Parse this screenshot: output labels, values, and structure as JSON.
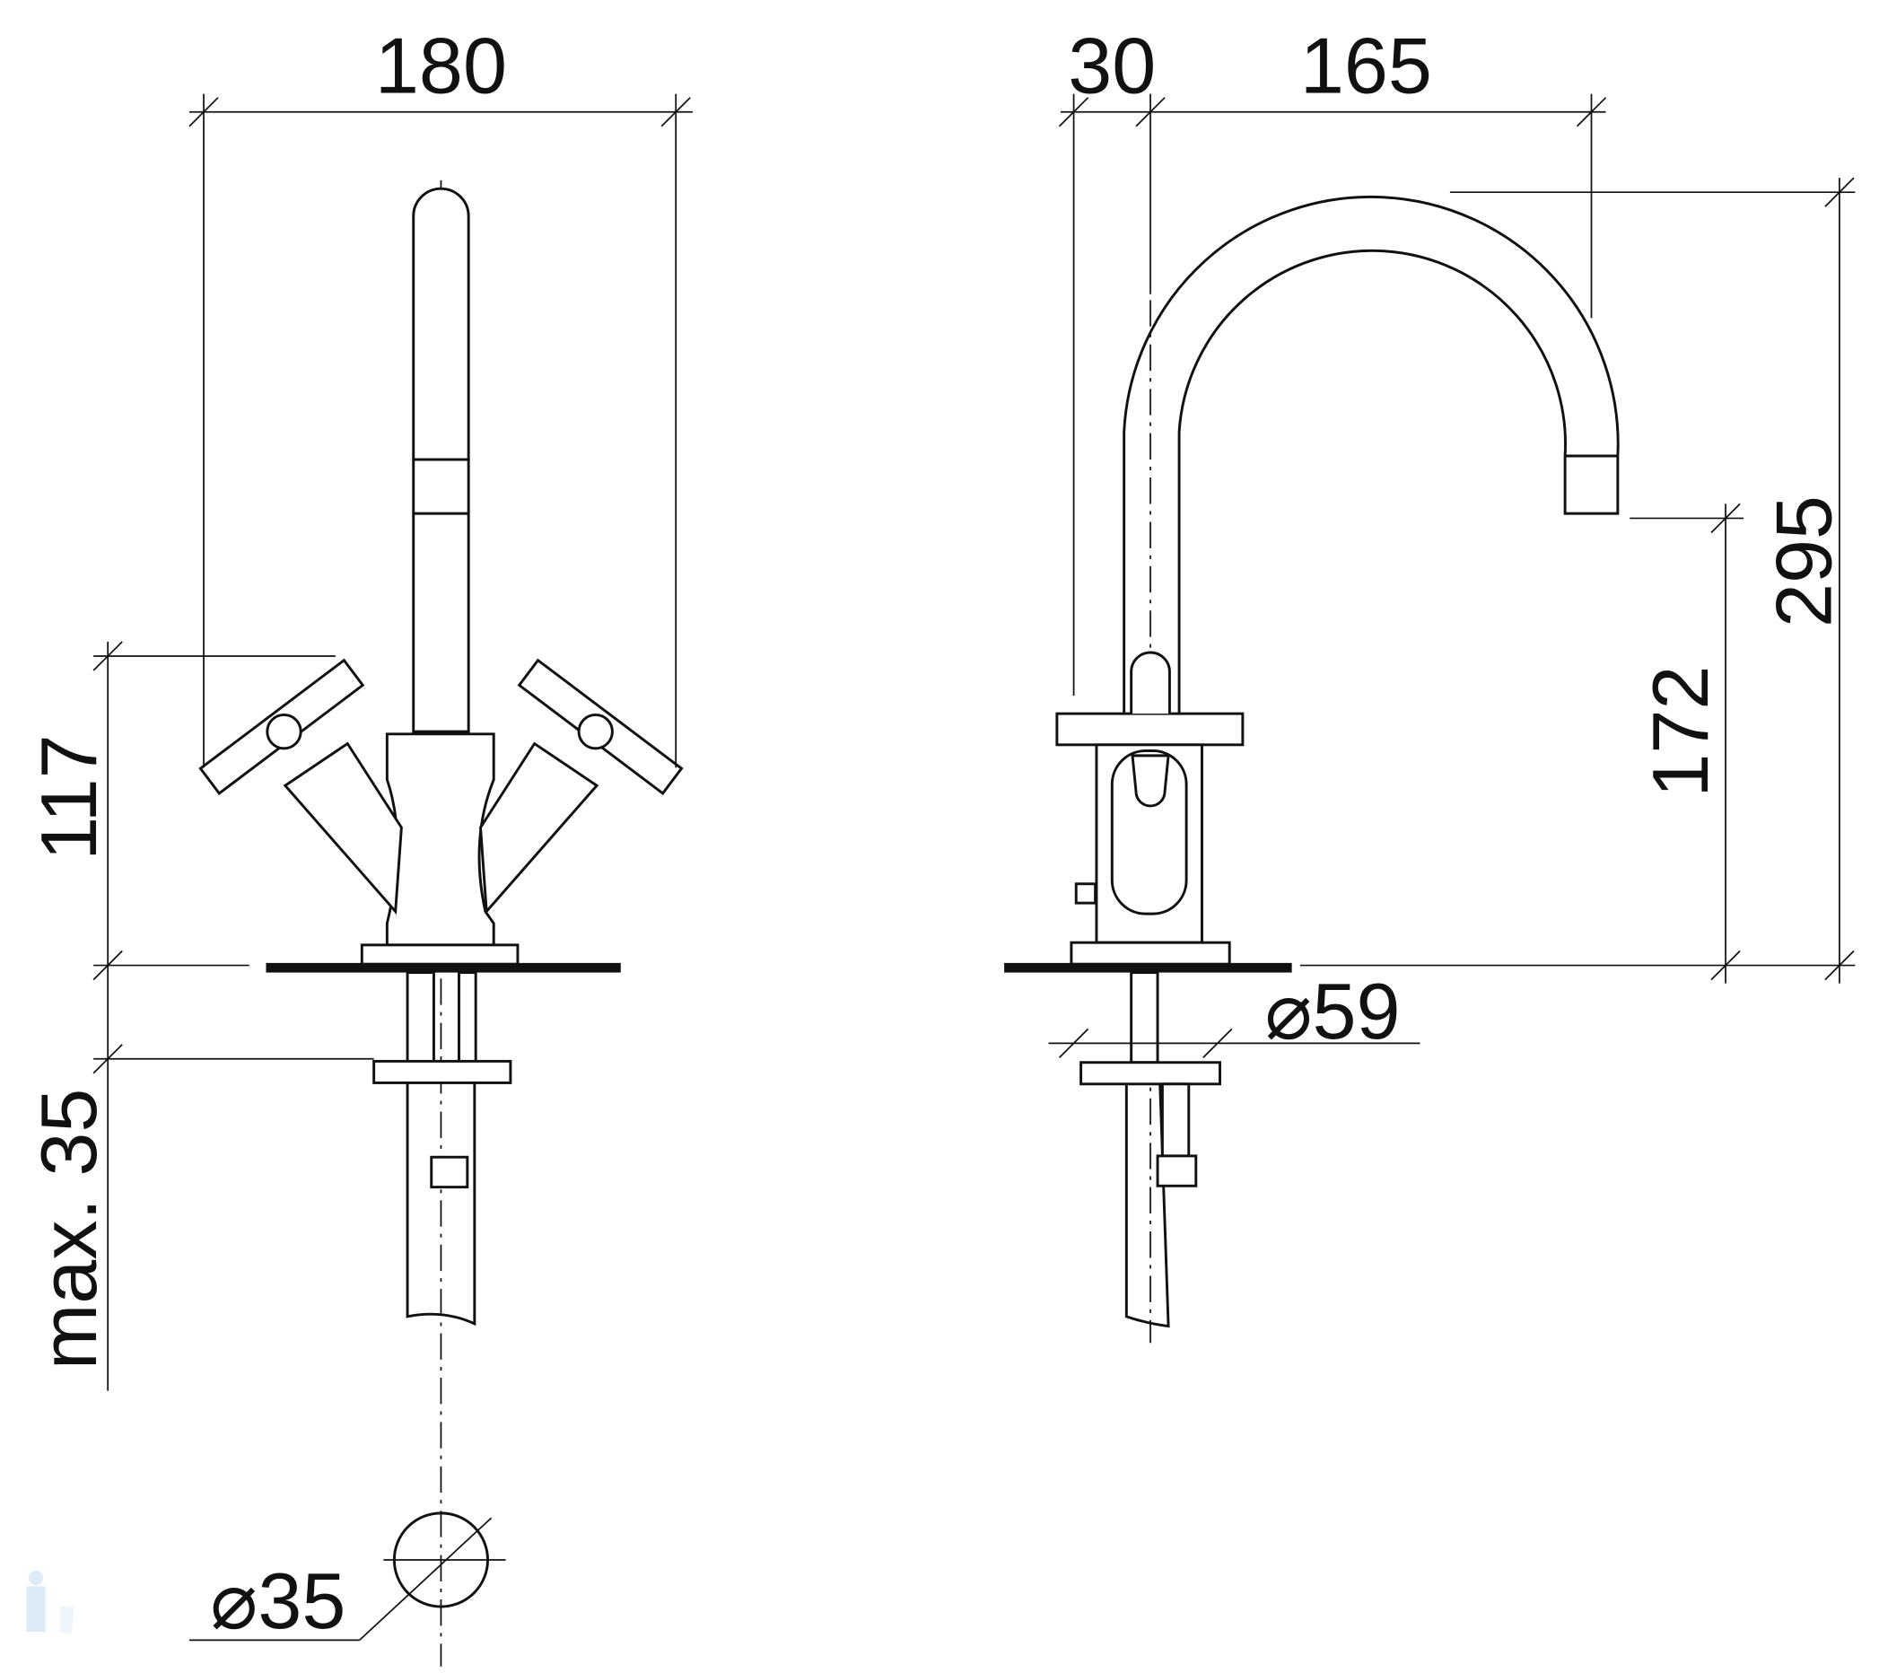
{
  "drawing": {
    "front_view": {
      "width_label": "180",
      "handle_height_label": "117",
      "below_deck_label": "max. 35",
      "hole_diameter_label": "⌀35"
    },
    "side_view": {
      "offset_label": "30",
      "reach_label": "165",
      "total_height_label": "295",
      "outlet_height_label": "172",
      "base_diameter_label": "⌀59"
    }
  }
}
